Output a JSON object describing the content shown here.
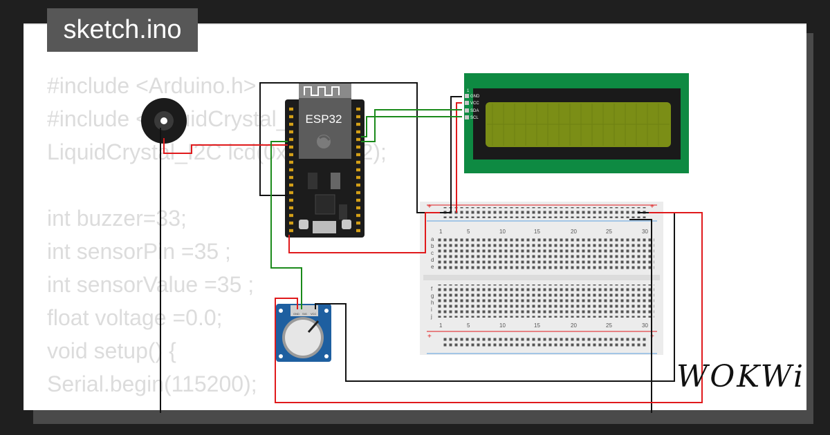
{
  "header": {
    "file_name": "sketch.ino"
  },
  "code_lines": [
    "#include <Arduino.h>",
    "#include <LiquidCrystal_I2C.h>",
    "LiquidCrystal_I2C lcd(0x27, 16, 2);",
    "",
    "int buzzer=33;",
    "int sensorPin =35 ;",
    "int sensorValue =35 ;",
    "float voltage =0.0;",
    "void setup() {",
    "Serial.begin(115200);"
  ],
  "esp32": {
    "label": "ESP32"
  },
  "lcd": {
    "pins": [
      "GND",
      "VCC",
      "SDA",
      "SCL"
    ]
  },
  "breadboard": {
    "top_numbers": [
      "1",
      "5",
      "10",
      "15",
      "20",
      "25",
      "30"
    ],
    "bottom_numbers": [
      "1",
      "5",
      "10",
      "15",
      "20",
      "25",
      "30"
    ],
    "top_rows": [
      "a",
      "b",
      "c",
      "d",
      "e"
    ],
    "bottom_rows": [
      "f",
      "g",
      "h",
      "i",
      "j"
    ]
  },
  "potentiometer": {
    "pins": [
      "GND",
      "SIG",
      "VCC"
    ]
  },
  "brand": {
    "logo": "WOKWi"
  },
  "colors": {
    "wire_red": "#e0191b",
    "wire_green": "#1a8a1a",
    "wire_black": "#111111",
    "lcd_board": "#0e8a42",
    "lcd_screen": "#7b8e16",
    "pot_board": "#1e5fa0"
  }
}
